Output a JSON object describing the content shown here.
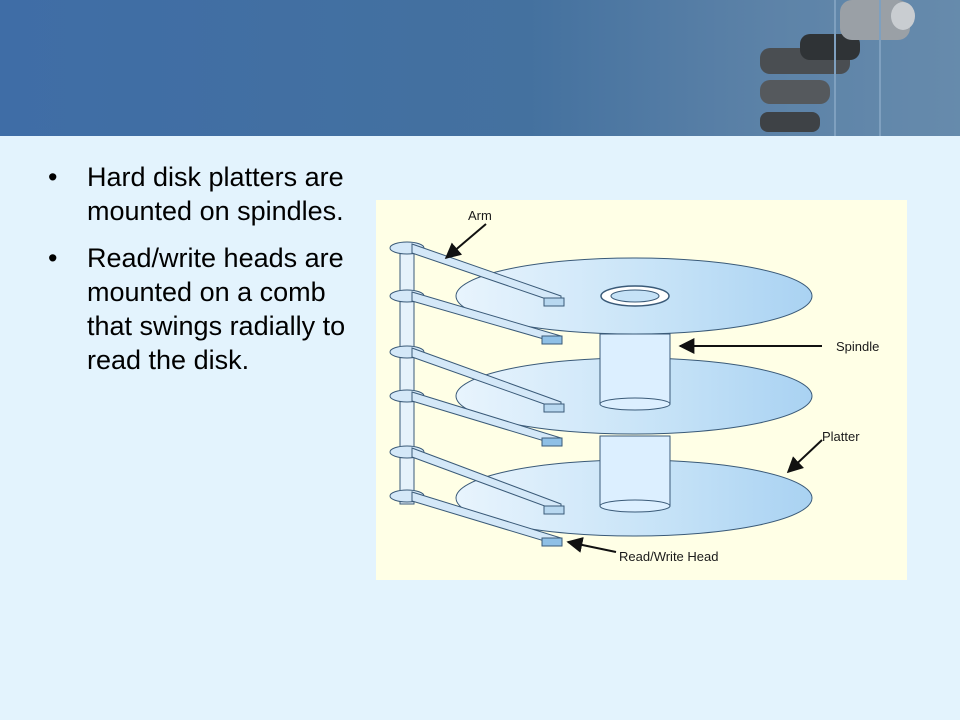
{
  "slide": {
    "bullets": [
      {
        "text": "Hard disk platters are mounted on spindles."
      },
      {
        "text": "Read/write heads are mounted on a comb that swings radially to read the disk."
      }
    ],
    "bullet_char": "•"
  },
  "diagram": {
    "labels": {
      "arm": "Arm",
      "spindle": "Spindle",
      "platter": "Platter",
      "head": "Read/Write Head"
    }
  },
  "colors": {
    "header": "#44719f",
    "background": "#e3f3fd",
    "diagram_background": "#ffffe6",
    "platter": "#c5e2f7"
  }
}
